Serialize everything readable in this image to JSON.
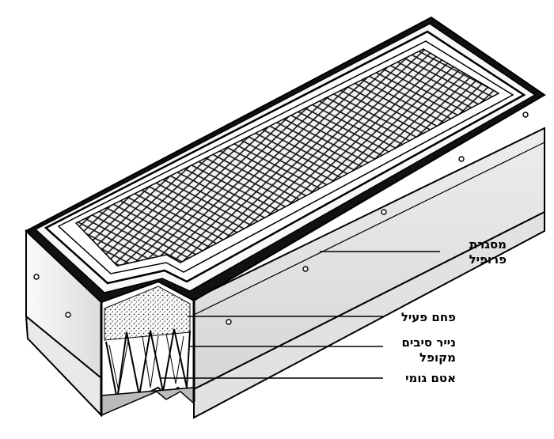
{
  "labels": {
    "profile_frame": [
      "מסגרת",
      "פרופיל"
    ],
    "activated_carbon": "פחם פעיל",
    "pleated_fiber_paper": [
      "נייר סיבים",
      "מקופל"
    ],
    "rubber_seal": "אטם גומי"
  }
}
